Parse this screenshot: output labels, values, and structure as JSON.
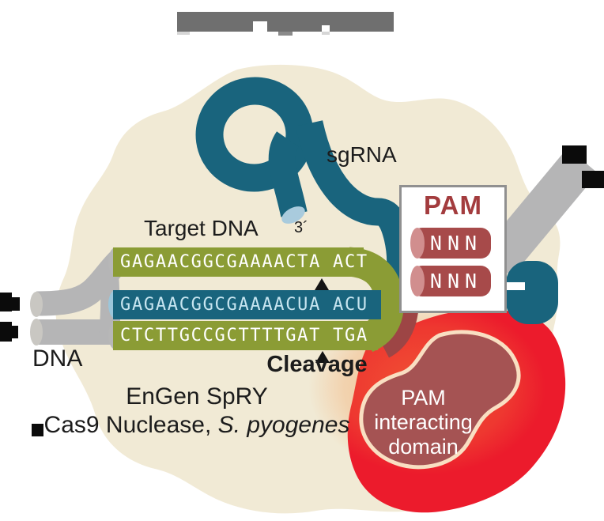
{
  "labels": {
    "sgrna": "sgRNA",
    "target_dna": "Target DNA",
    "three_prime": "3´",
    "dna": "DNA",
    "cleavage": "Cleavage",
    "enzyme_line1": "EnGen SpRY",
    "enzyme_line2_prefix": "Cas9 Nuclease, ",
    "enzyme_line2_species": "S. pyogenes"
  },
  "sequences": {
    "target_strand": "GAGAACGGCGAAAACTA ACT",
    "sgrna_strand": "GAGAACGGCGAAAACUA ACU",
    "complement_strand": "CTCTTGCCGCTTTTGAT TGA"
  },
  "pam_box": {
    "title": "PAM",
    "row1": "NNN",
    "row2": "NNN"
  },
  "pam_domain": {
    "line1": "PAM",
    "line2": "interacting",
    "line3": "domain"
  },
  "colors": {
    "protein_body": "#f1ead5",
    "rna_teal": "#19647d",
    "dna_olive": "#8b9c35",
    "dna_gray": "#b5b5b6",
    "red_domain": "#ec1b2c",
    "maroon": "#a55353",
    "pam_accent": "#a33c3e"
  }
}
